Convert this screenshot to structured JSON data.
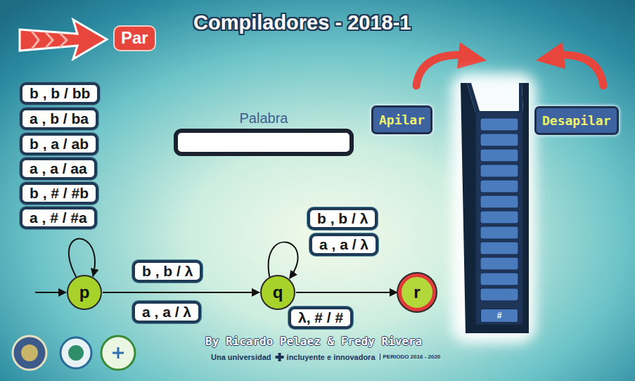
{
  "diagram": {
    "title": "Compiladores - 2018-1",
    "nodes": [
      {
        "text": [
          "Par"
        ]
      },
      {
        "text": [
          "Palabra"
        ]
      },
      {
        "text": [
          "Apilar"
        ]
      },
      {
        "text": [
          "Desapilar"
        ]
      },
      {
        "text": [
          "b , b / bb"
        ]
      },
      {
        "text": [
          "a , b / ba"
        ]
      },
      {
        "text": [
          "b , a / ab"
        ]
      },
      {
        "text": [
          "a , a / aa"
        ]
      },
      {
        "text": [
          "b , # / #b"
        ]
      },
      {
        "text": [
          "a , # / #a"
        ]
      },
      {
        "text": [
          "b , b / λ"
        ]
      },
      {
        "text": [
          "a , a / λ"
        ]
      },
      {
        "text": [
          "p"
        ]
      },
      {
        "text": [
          "b , b / λ"
        ]
      },
      {
        "text": [
          "q"
        ]
      },
      {
        "text": [
          "r"
        ]
      },
      {
        "text": [
          "a , a / λ"
        ]
      },
      {
        "text": [
          "λ, # / #"
        ]
      },
      {
        "text": [
          "#"
        ]
      }
    ],
    "edges": [
      {
        "from": 12,
        "to": 12,
        "arrow": "to"
      },
      {
        "from": 12,
        "to": 14,
        "arrow": "to"
      },
      {
        "from": 14,
        "to": 14,
        "arrow": "to"
      },
      {
        "from": 14,
        "to": 15,
        "arrow": "to"
      }
    ],
    "labels": [
      "By Ricardo Pelaez & Fredy Rivera",
      "Una universidad",
      "incluyente e innovadora",
      "PERIODO 2016 - 2020"
    ]
  }
}
